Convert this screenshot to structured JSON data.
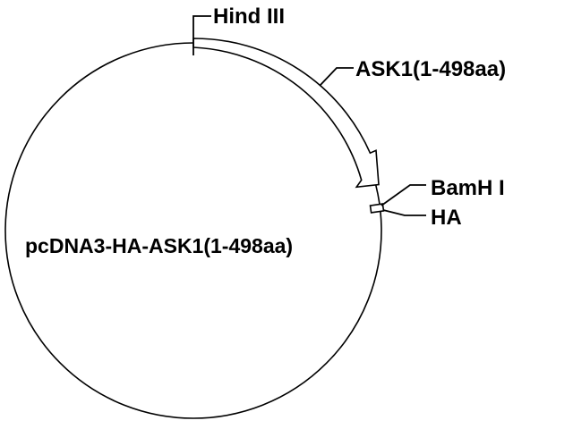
{
  "plasmid": {
    "name": "pcDNA3-HA-ASK1(1-498aa)"
  },
  "features": {
    "insert": {
      "label": "ASK1(1-498aa)"
    },
    "tag": {
      "label": "HA"
    }
  },
  "sites": {
    "site_1": {
      "label": "Hind III"
    },
    "site_2": {
      "label": "BamH I"
    }
  },
  "colors": {
    "line": "#000000",
    "background": "#ffffff",
    "arrow_fill": "#ffffff"
  }
}
